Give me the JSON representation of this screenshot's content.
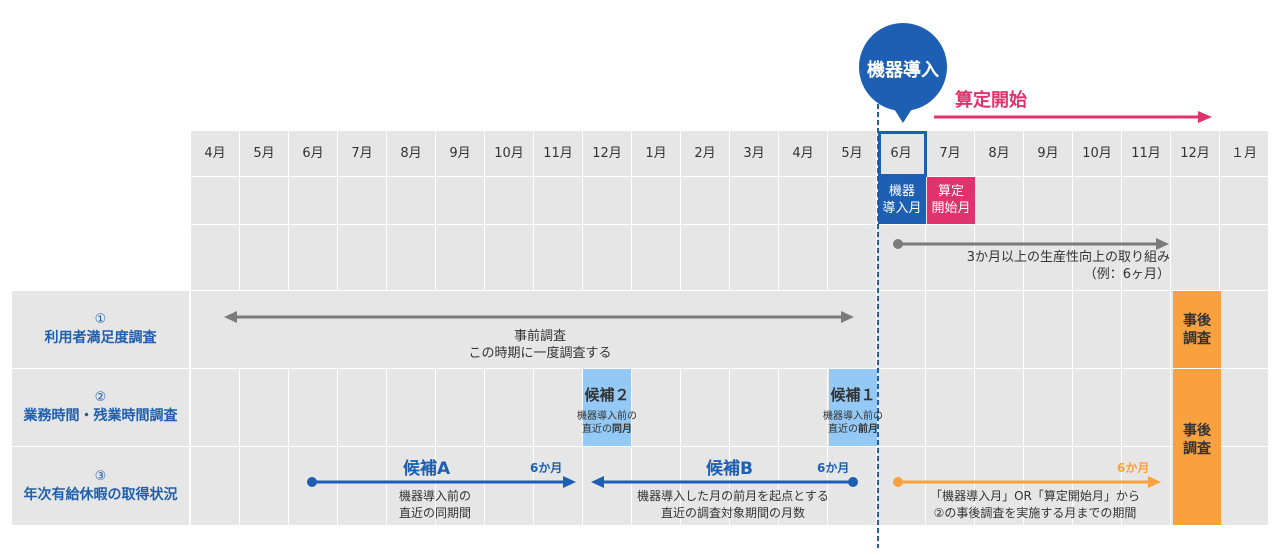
{
  "colors": {
    "blue": "#1d5fb2",
    "pink": "#e0336e",
    "orange": "#f9a13f",
    "light_blue": "#93c9f4",
    "grid": "#e6e6e6",
    "gray_arrow": "#7b7b7b"
  },
  "header": {
    "bubble_label": "機器導入",
    "start_label": "算定開始",
    "months": [
      "4月",
      "5月",
      "6月",
      "7月",
      "8月",
      "9月",
      "10月",
      "11月",
      "12月",
      "1月",
      "2月",
      "3月",
      "4月",
      "5月",
      "6月",
      "7月",
      "8月",
      "9月",
      "10月",
      "11月",
      "12月",
      "１月"
    ]
  },
  "markers": {
    "install_month": [
      "機器",
      "導入月"
    ],
    "start_month": [
      "算定",
      "開始月"
    ]
  },
  "effort": {
    "line1": "3か月以上の生産性向上の取り組み",
    "line2": "（例：6ヶ月）"
  },
  "rows": [
    {
      "num": "①",
      "label": "利用者満足度調査"
    },
    {
      "num": "②",
      "label": "業務時間・残業時間調査"
    },
    {
      "num": "③",
      "label": "年次有給休暇の取得状況"
    }
  ],
  "row1": {
    "line1": "事前調査",
    "line2": "この時期に一度調査する",
    "post": [
      "事後",
      "調査"
    ]
  },
  "row2": {
    "candidate2": {
      "title": "候補２",
      "line1": "機器導入前の",
      "line2_prefix": "直近の",
      "line2_bold": "同月"
    },
    "candidate1": {
      "title": "候補１",
      "line1": "機器導入前の",
      "line2_prefix": "直近の",
      "line2_bold": "前月"
    },
    "post": [
      "事後",
      "調査"
    ]
  },
  "row3": {
    "candA": {
      "title": "候補A",
      "months": "6か月",
      "line1": "機器導入前の",
      "line2": "直近の同期間"
    },
    "candB": {
      "title": "候補B",
      "months": "6か月",
      "line1": "機器導入した月の前月を起点とする",
      "line2": "直近の調査対象期間の月数"
    },
    "after": {
      "months": "6か月",
      "line1": "「機器導入月」OR「算定開始月」から",
      "line2": "②の事後調査を実施する月までの期間"
    }
  }
}
